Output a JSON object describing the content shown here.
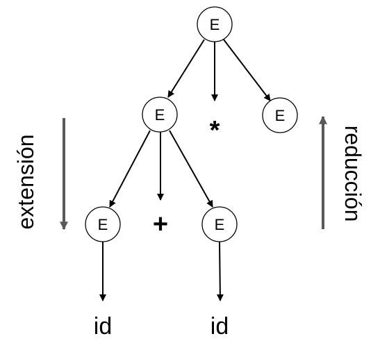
{
  "tree": {
    "node_label": "E",
    "operators": {
      "multiply": "*",
      "plus": "+"
    },
    "leaves": [
      "id",
      "id"
    ]
  },
  "side_labels": {
    "left": "extensión",
    "right": "reducción"
  },
  "colors": {
    "nodes_and_edges": "#000000",
    "side_arrows": "#595959",
    "background": "#ffffff"
  }
}
